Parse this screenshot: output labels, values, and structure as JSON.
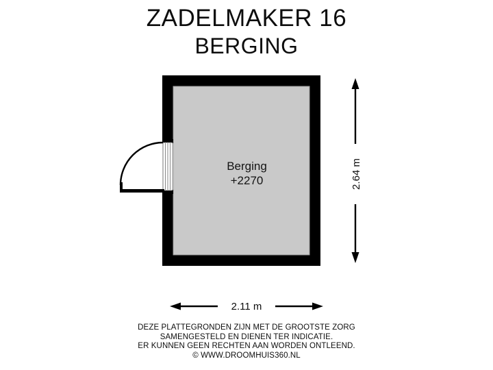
{
  "document": {
    "title_line_1": "ZADELMAKER 16",
    "title_line_2": "BERGING"
  },
  "plan": {
    "room": {
      "name": "Berging",
      "level": "+2270"
    },
    "door": {
      "type": "single-swing-door",
      "swing": "outward-left"
    },
    "colors": {
      "wall": "#000000",
      "floor": "#c9c9c9",
      "floor_outline": "#9a9a9a",
      "background": "#ffffff",
      "text": "#0d0d0d",
      "door_leaf": "#ffffff"
    }
  },
  "dimensions": {
    "horizontal": {
      "label": "2.11 m",
      "value": 2.11,
      "unit": "m",
      "orientation": "horizontal"
    },
    "vertical": {
      "label": "2.64 m",
      "value": 2.64,
      "unit": "m",
      "orientation": "vertical"
    }
  },
  "footer": {
    "lines": [
      "DEZE PLATTEGRONDEN ZIJN MET DE GROOTSTE ZORG",
      "SAMENGESTELD EN DIENEN TER INDICATIE.",
      "ER KUNNEN GEEN RECHTEN AAN WORDEN ONTLEEND.",
      "© WWW.DROOMHUIS360.NL"
    ]
  }
}
